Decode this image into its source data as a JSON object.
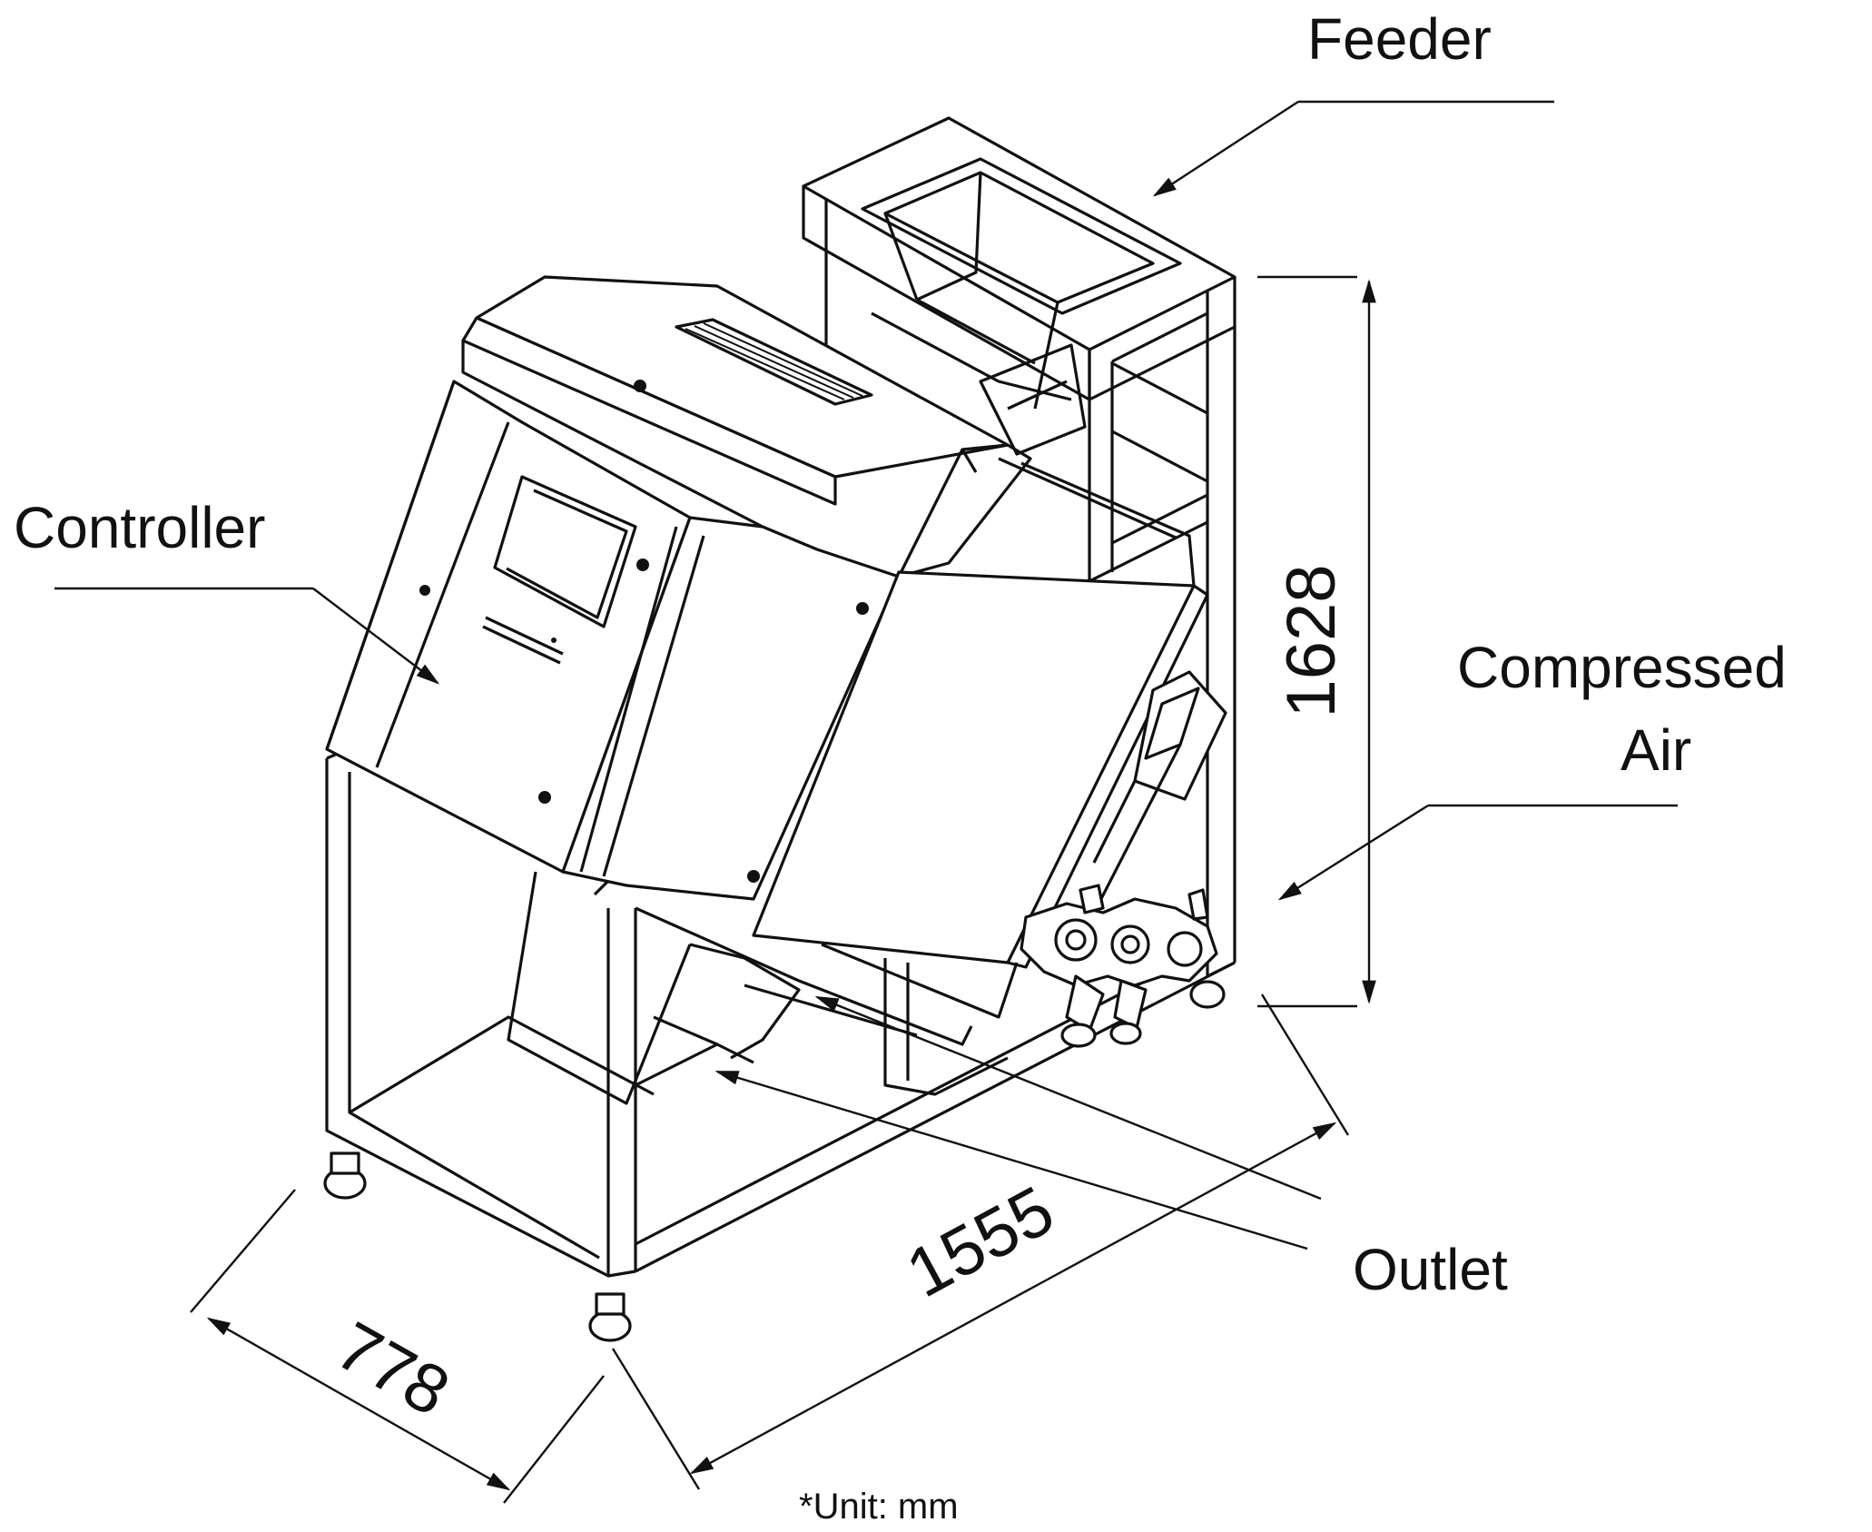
{
  "labels": {
    "feeder": "Feeder",
    "controller": "Controller",
    "compressed_air_line1": "Compressed",
    "compressed_air_line2": "Air",
    "outlet": "Outlet"
  },
  "dimensions": {
    "height": "1628",
    "length": "1555",
    "width": "778"
  },
  "unit_note": "*Unit: mm"
}
